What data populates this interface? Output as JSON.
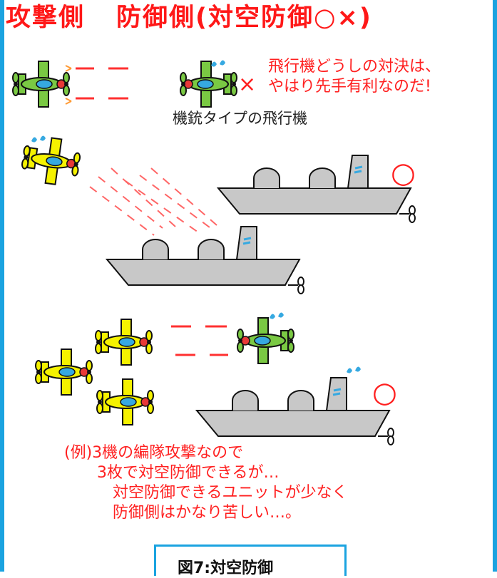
{
  "title": {
    "attack": "攻撃側",
    "defense": "防御側(対空防御○×)"
  },
  "marks": {
    "lose": "×",
    "win": "○"
  },
  "message": {
    "line1": "飛行機どうしの対決は、",
    "line2": "やはり先手有利なのだ!"
  },
  "plane_caption": "機銃タイプの飛行機",
  "example": {
    "line1": "(例)3機の編隊攻撃なので",
    "line2": "3枚で対空防御できるが…",
    "line3": "対空防御できるユニットが少なく",
    "line4": "防御側はかなり苦しい…。"
  },
  "figure_caption": "図7:対空防御",
  "colors": {
    "frame": "#1aa3e0",
    "text_red": "#ff2020",
    "plane_green": "#7ac943",
    "plane_yellow": "#f5f200",
    "ship_gray": "#c8c8c8"
  }
}
